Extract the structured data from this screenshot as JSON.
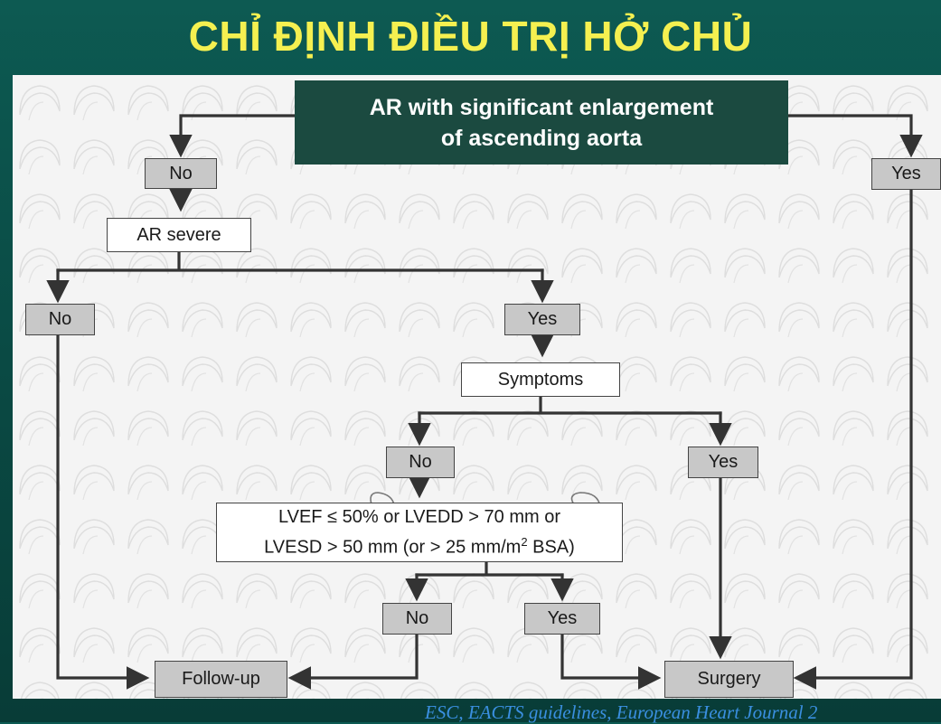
{
  "title": "CHỈ ĐỊNH ĐIỀU TRỊ HỞ CHỦ",
  "citation": "ESC, EACTS guidelines, European Heart Journal 2",
  "nodes": {
    "top": {
      "line1": "AR with significant enlargement",
      "line2": "of ascending aorta"
    },
    "no_top": "No",
    "yes_top": "Yes",
    "ar_severe": "AR severe",
    "no_severe": "No",
    "yes_severe": "Yes",
    "symptoms": "Symptoms",
    "no_symptoms": "No",
    "yes_symptoms": "Yes",
    "lv": {
      "line1": "LVEF ≤ 50% or LVEDD > 70 mm or",
      "line2_pre": "LVESD > 50 mm (or > 25 mm/m",
      "line2_sup": "2",
      "line2_post": " BSA)"
    },
    "no_lv": "No",
    "yes_lv": "Yes",
    "follow_up": "Follow-up",
    "surgery": "Surgery"
  },
  "colors": {
    "background": "#0d5a52",
    "title": "#f5f050",
    "top_box": "#1b4a40",
    "label_box": "#c8c8c8",
    "citation": "#3a8fe0"
  }
}
